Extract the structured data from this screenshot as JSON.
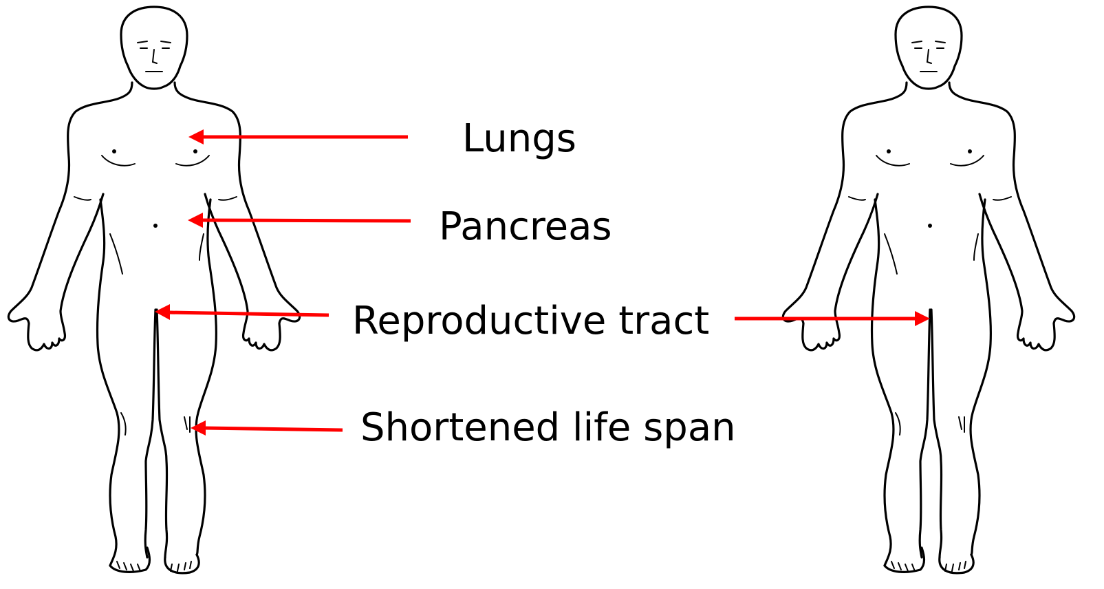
{
  "diagram": {
    "labels": {
      "lungs": "Lungs",
      "pancreas": "Pancreas",
      "reproductive_tract": "Reproductive tract",
      "shortened_life_span": "Shortened life span"
    },
    "arrow_color": "#ff0000",
    "figures": [
      "human-figure-outline",
      "human-figure-outline"
    ]
  }
}
